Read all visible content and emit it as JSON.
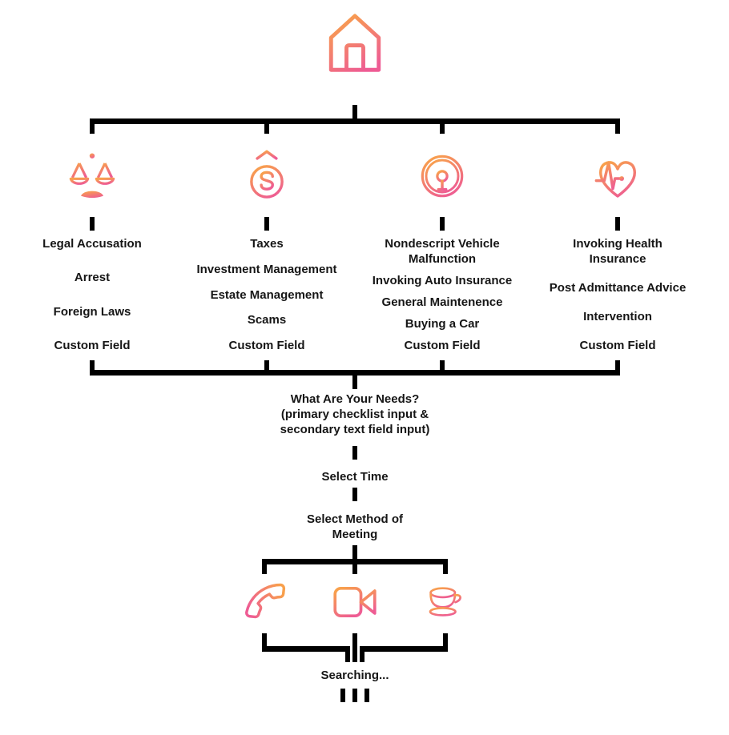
{
  "colors": {
    "gradient_start": "#F8A04C",
    "gradient_end": "#EE5C94",
    "line": "#000000",
    "text": "#161616"
  },
  "flow": {
    "root_icon": "home-icon",
    "categories": [
      {
        "icon": "scales-icon",
        "items": [
          "Legal Accusation",
          "Arrest",
          "Foreign Laws",
          "Custom Field"
        ]
      },
      {
        "icon": "money-icon",
        "items": [
          "Taxes",
          "Investment Management",
          "Estate Management",
          "Scams",
          "Custom Field"
        ]
      },
      {
        "icon": "steering-wheel-icon",
        "items": [
          "Nondescript Vehicle\nMalfunction",
          "Invoking Auto Insurance",
          "General Maintenence",
          "Buying a Car",
          "Custom Field"
        ]
      },
      {
        "icon": "heart-pulse-icon",
        "items": [
          "Invoking Health\nInsurance",
          "Post Admittance Advice",
          "Intervention",
          "Custom Field"
        ]
      }
    ],
    "needs_label": "What Are Your Needs?\n(primary checklist input &\nsecondary text field input)",
    "select_time_label": "Select Time",
    "select_method_label": "Select Method of\nMeeting",
    "meeting_methods": [
      "phone-icon",
      "video-call-icon",
      "coffee-meeting-icon"
    ],
    "searching_label": "Searching..."
  }
}
